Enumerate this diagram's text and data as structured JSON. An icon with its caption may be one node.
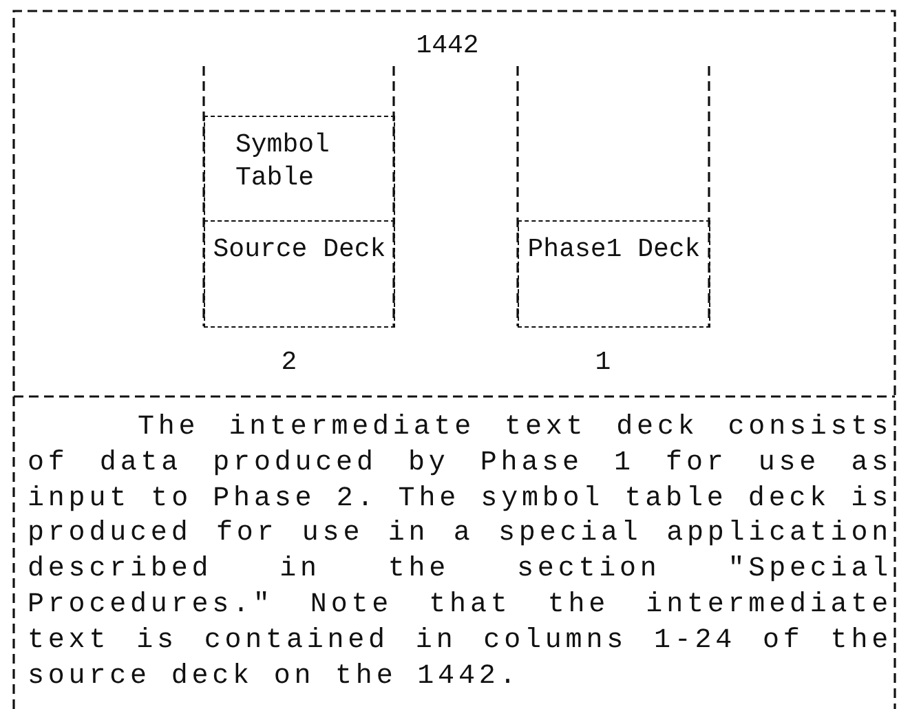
{
  "diagram": {
    "nodes": [
      {
        "text": [
          "Symbol Table"
        ]
      },
      {
        "text": [
          "Source Deck"
        ]
      },
      {
        "text": [
          "Phase1 Deck"
        ]
      }
    ],
    "labels": [
      "1442",
      "2",
      "1",
      "The intermediate text deck consists of data produced by Phase 1 for use as input to Phase 2.  The symbol table deck is produced for use in a special application described in the section \"Special Procedures.\"  Note that the intermediate text is contained in columns 1-24 of the source deck on the 1442."
    ]
  }
}
